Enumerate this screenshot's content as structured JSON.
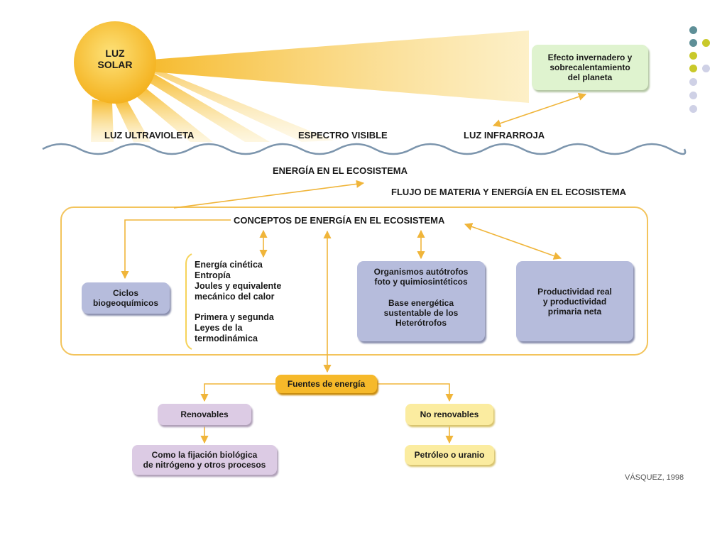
{
  "sun": {
    "label": "LUZ\nSOLAR"
  },
  "spectrum": {
    "ultraviolet": "LUZ ULTRAVIOLETA",
    "visible": "ESPECTRO VISIBLE",
    "infrared": "LUZ INFRARROJA"
  },
  "greenhouse": "Efecto invernadero y\nsobrecalentamiento\ndel planeta",
  "ecosystem_energy": "ENERGÍA EN EL ECOSISTEMA",
  "flow_title": "FLUJO DE MATERIA Y ENERGÍA EN EL ECOSISTEMA",
  "concepts_title": "CONCEPTOS DE ENERGÍA EN EL ECOSISTEMA",
  "cycles": "Ciclos\nbiogeoquímicos",
  "energy_terms": {
    "group1": "Energía cinética\nEntropía\nJoules y equivalente\nmecánico del calor",
    "group2": "Primera y segunda\nLeyes de la\ntermodinámica"
  },
  "organisms": {
    "top": "Organismos autótrofos\nfoto y quimiosintéticos",
    "bottom": "Base energética\nsustentable de los\nHeterótrofos"
  },
  "productivity": "Productividad real\ny productividad\nprimaria neta",
  "sources": {
    "title": "Fuentes de energía",
    "renewable": "Renovables",
    "renewable_example": "Como la fijación biológica\nde nitrógeno y otros procesos",
    "nonrenewable": "No renovables",
    "nonrenewable_example": "Petróleo o uranio"
  },
  "citation": "VÁSQUEZ, 1998",
  "colors": {
    "sun": "#f6b92a",
    "arrow": "#f0b53a",
    "box_blue": "#b6bcdc",
    "box_green": "#dff3cf",
    "box_purple": "#dccbe4",
    "box_yellow": "#fbeca0",
    "box_orange": "#f6b92a",
    "wave": "#7c95ad",
    "dot_teal": "#5e8f97",
    "dot_olive": "#c9c92a",
    "dot_lavender": "#cfd1e6"
  }
}
